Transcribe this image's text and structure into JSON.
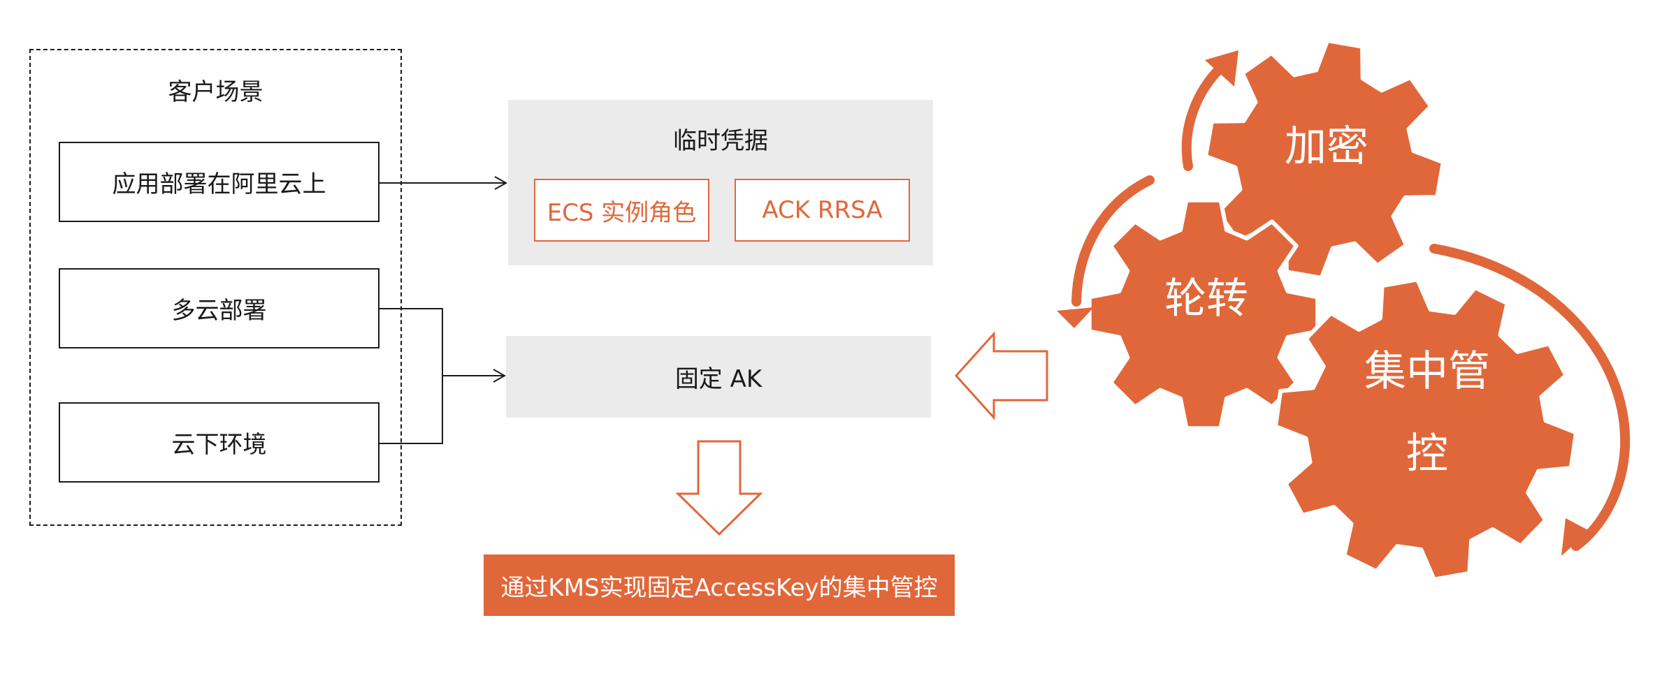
{
  "scenarios": {
    "title": "客户场景",
    "items": [
      "应用部署在阿里云上",
      "多云部署",
      "云下环境"
    ]
  },
  "temp_credentials": {
    "title": "临时凭据",
    "options": [
      "ECS 实例角色",
      "ACK RRSA"
    ]
  },
  "fixed_ak": {
    "label": "固定 AK"
  },
  "result": {
    "label": "通过KMS实现固定AccessKey的集中管控"
  },
  "gears": {
    "encrypt": "加密",
    "rotate": "轮转",
    "control_line1": "集中管",
    "control_line2": "控"
  },
  "colors": {
    "accent": "#e0673a",
    "panel": "#ebebeb",
    "line": "#1a1a1a"
  }
}
